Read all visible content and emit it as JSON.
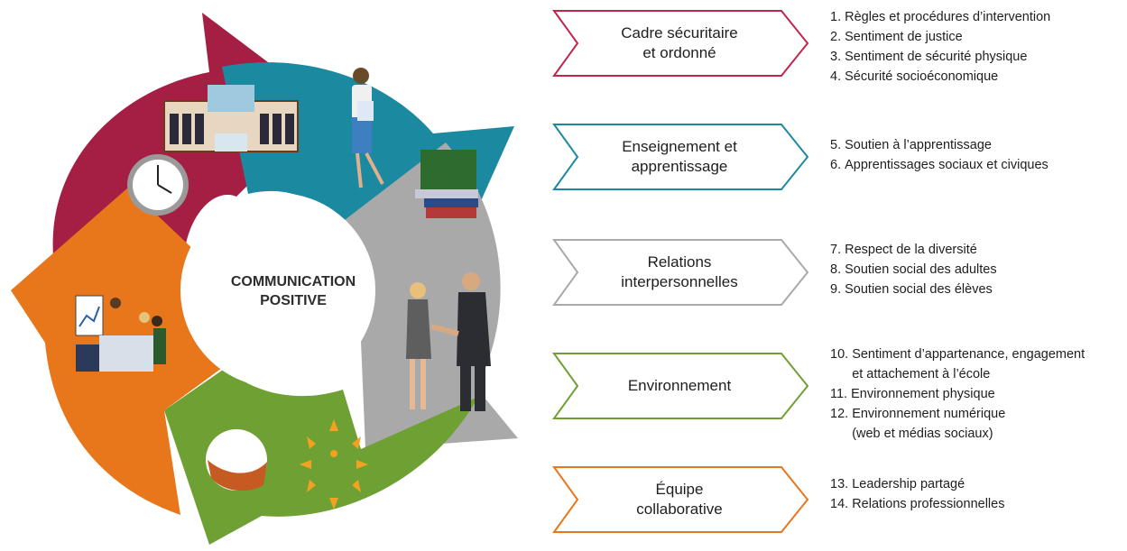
{
  "center": {
    "line1": "COMMUNICATION",
    "line2": "POSITIVE"
  },
  "colors": {
    "red": "#a51e44",
    "teal": "#1b8aa1",
    "gray": "#a9a9a9",
    "green": "#6fa034",
    "orange": "#e8761b"
  },
  "categories": [
    {
      "label_lines": [
        "Cadre sécuritaire",
        "et ordonné"
      ],
      "color": "#c0254a",
      "items": [
        {
          "num": "1. ",
          "lines": [
            "Règles et procédures d’intervention"
          ]
        },
        {
          "num": "2. ",
          "lines": [
            "Sentiment de justice"
          ]
        },
        {
          "num": "3. ",
          "lines": [
            "Sentiment de sécurité physique"
          ]
        },
        {
          "num": "4. ",
          "lines": [
            "Sécurité socioéconomique"
          ]
        }
      ]
    },
    {
      "label_lines": [
        "Enseignement et",
        "apprentissage"
      ],
      "color": "#1b8aa1",
      "items": [
        {
          "num": "5. ",
          "lines": [
            "Soutien à l’apprentissage"
          ]
        },
        {
          "num": "6. ",
          "lines": [
            "Apprentissages sociaux et civiques"
          ]
        }
      ]
    },
    {
      "label_lines": [
        "Relations",
        "interpersonnelles"
      ],
      "color": "#a9a9a9",
      "items": [
        {
          "num": "7. ",
          "lines": [
            "Respect de la diversité"
          ]
        },
        {
          "num": "8. ",
          "lines": [
            "Soutien social des adultes"
          ]
        },
        {
          "num": "9. ",
          "lines": [
            "Soutien social des élèves"
          ]
        }
      ]
    },
    {
      "label_lines": [
        "Environnement"
      ],
      "color": "#6fa034",
      "items": [
        {
          "num": "10. ",
          "lines": [
            "Sentiment d’appartenance, engagement",
            "et attachement à l’école"
          ]
        },
        {
          "num": "11. ",
          "lines": [
            "Environnement physique"
          ]
        },
        {
          "num": "12. ",
          "lines": [
            "Environnement numérique",
            "(web et médias sociaux)"
          ]
        }
      ]
    },
    {
      "label_lines": [
        "Équipe",
        "collaborative"
      ],
      "color": "#e8761b",
      "items": [
        {
          "num": "13. ",
          "lines": [
            "Leadership partagé"
          ]
        },
        {
          "num": "14. ",
          "lines": [
            "Relations professionnelles"
          ]
        }
      ]
    }
  ],
  "icons": [
    "school-building-icon",
    "clock-icon",
    "teacher-woman-icon",
    "books-stack-icon",
    "handshake-people-icon",
    "basketball-icon",
    "sun-burst-icon",
    "meeting-table-icon"
  ]
}
